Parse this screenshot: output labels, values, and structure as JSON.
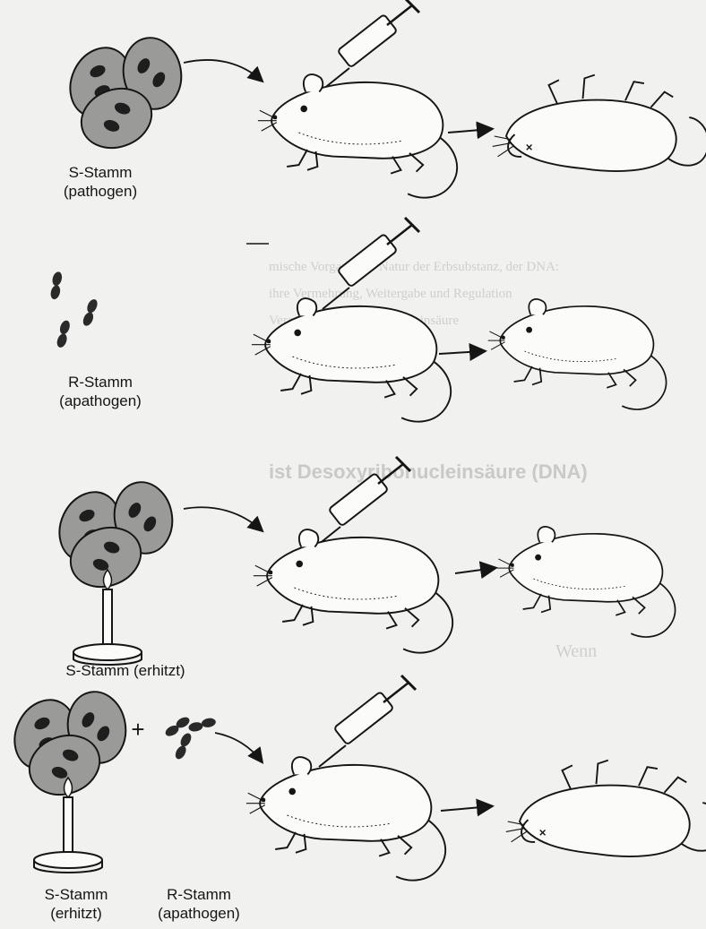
{
  "rows": [
    {
      "strain_line1": "S-Stamm",
      "strain_line2": "(pathogen)",
      "outcome": "dead"
    },
    {
      "strain_line1": "R-Stamm",
      "strain_line2": "(apathogen)",
      "outcome": "alive"
    },
    {
      "strain_line1": "S-Stamm (erhitzt)",
      "outcome": "alive"
    },
    {
      "strain_a_line1": "S-Stamm",
      "strain_a_line2": "(erhitzt)",
      "plus": "+",
      "strain_b_line1": "R-Stamm",
      "strain_b_line2": "(apathogen)",
      "outcome": "dead"
    }
  ],
  "colors": {
    "ink": "#151515",
    "bacteria_fill": "#9a9a98",
    "rod_fill": "#2a2a2a",
    "page": "#f1f1ef",
    "bleed_text": "#cfcfcd"
  },
  "bleed_through": {
    "line1": "mische Vorgang der Natur der Erbsubstanz, der DNA:",
    "line2": "ihre Vermehrung, Weitergabe und Regulation",
    "line3": "Verantwortlich ist die Nucleinsäure",
    "heading": "ist Desoxyribonucleinsäure (DNA)",
    "line4": "Wenn"
  }
}
